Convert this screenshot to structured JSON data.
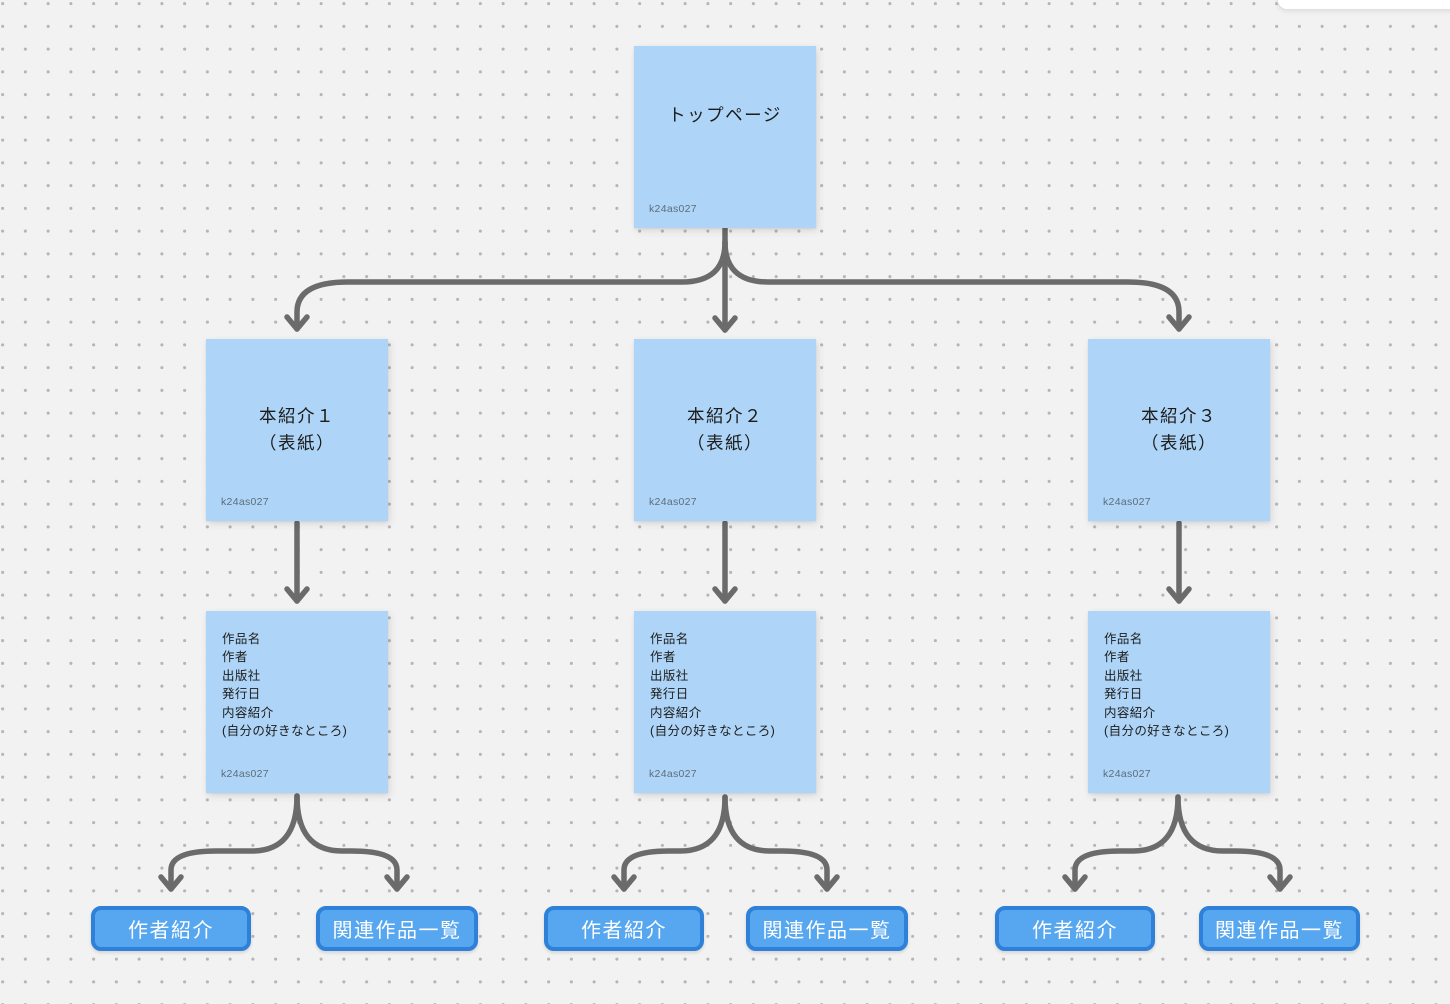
{
  "colors": {
    "canvas_bg": "#F2F2F2",
    "grid_dot": "#B5B5B5",
    "note_fill": "#AED5F7",
    "connector": "#6B6B6B",
    "button_fill": "#57A7F0",
    "button_border": "#2F80D8",
    "button_text": "#FFFFFF",
    "note_text": "#1C1C1C",
    "tag_text": "#5E6C7C"
  },
  "top_note": {
    "title": "トップページ",
    "tag": "k24as027"
  },
  "columns": [
    {
      "book_note": {
        "line1": "本紹介１",
        "line2": "（表紙）",
        "tag": "k24as027"
      },
      "detail_note": {
        "lines": [
          "作品名",
          "作者",
          "出版社",
          "発行日",
          "内容紹介",
          "(自分の好きなところ)"
        ],
        "tag": "k24as027"
      },
      "buttons": [
        {
          "label": "作者紹介"
        },
        {
          "label": "関連作品一覧"
        }
      ]
    },
    {
      "book_note": {
        "line1": "本紹介２",
        "line2": "（表紙）",
        "tag": "k24as027"
      },
      "detail_note": {
        "lines": [
          "作品名",
          "作者",
          "出版社",
          "発行日",
          "内容紹介",
          "(自分の好きなところ)"
        ],
        "tag": "k24as027"
      },
      "buttons": [
        {
          "label": "作者紹介"
        },
        {
          "label": "関連作品一覧"
        }
      ]
    },
    {
      "book_note": {
        "line1": "本紹介３",
        "line2": "（表紙）",
        "tag": "k24as027"
      },
      "detail_note": {
        "lines": [
          "作品名",
          "作者",
          "出版社",
          "発行日",
          "内容紹介",
          "(自分の好きなところ)"
        ],
        "tag": "k24as027"
      },
      "buttons": [
        {
          "label": "作者紹介"
        },
        {
          "label": "関連作品一覧"
        }
      ]
    }
  ]
}
